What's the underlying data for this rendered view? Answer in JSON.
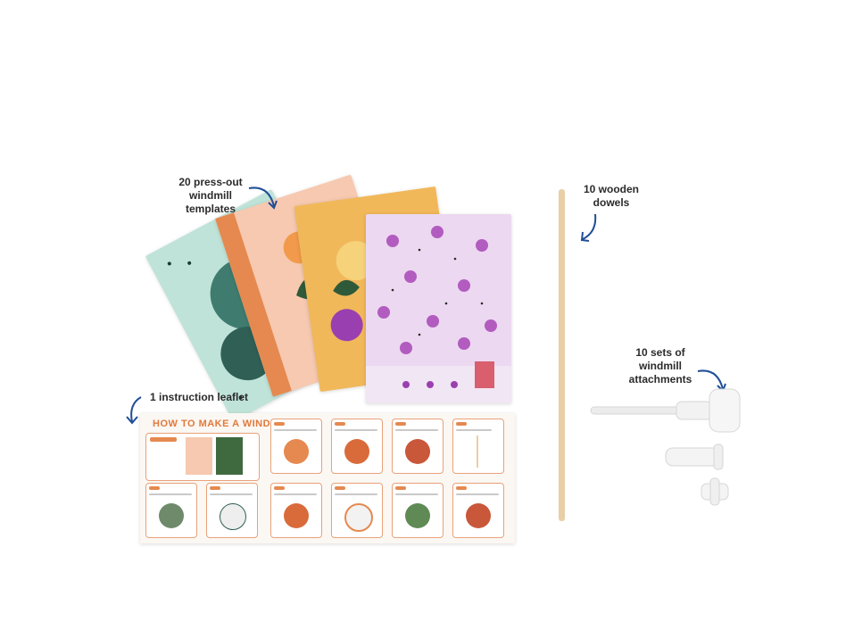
{
  "labels": {
    "templates": [
      "20 press-out",
      "windmill",
      "templates"
    ],
    "dowels": [
      "10 wooden",
      "dowels"
    ],
    "attachments": [
      "10 sets of",
      "windmill",
      "attachments"
    ],
    "leaflet": "1 instruction leaflet"
  },
  "leaflet": {
    "title": "HOW TO MAKE A WINDMILL"
  },
  "icons": {
    "arrow": "curved-arrow-icon"
  },
  "colors": {
    "arrow": "#1f4e96",
    "orange": "#e07a3c",
    "mint": "#bfe3d8",
    "peach": "#f6c9b0",
    "lilac": "#ecd8f0",
    "purple": "#9a3fb0",
    "dowel": "#e9cfa5"
  }
}
